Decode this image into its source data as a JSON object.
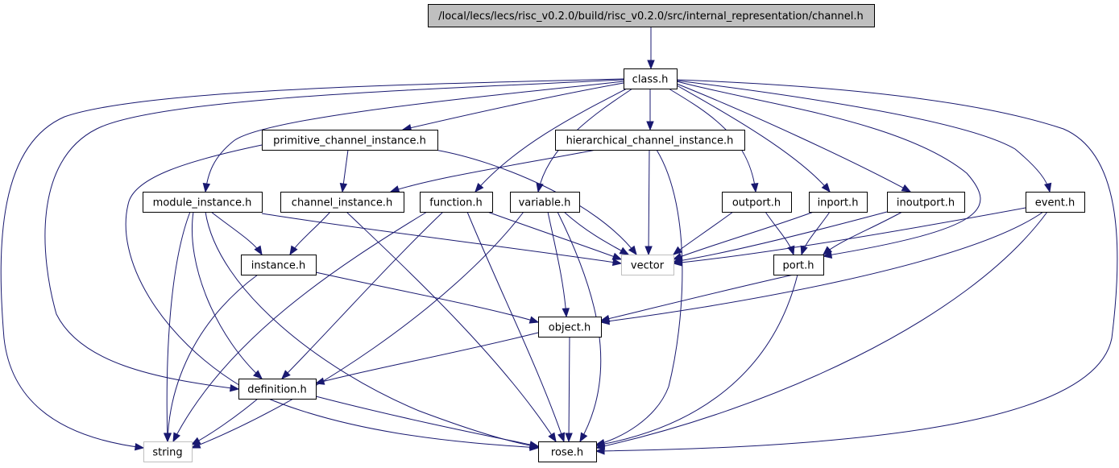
{
  "graph": {
    "nodes": [
      {
        "id": "root",
        "label": "/local/lecs/lecs/risc_v0.2.0/build/risc_v0.2.0/src/internal_representation/channel.h",
        "kind": "root"
      },
      {
        "id": "class_h",
        "label": "class.h",
        "kind": "file"
      },
      {
        "id": "primitive_channel_instance_h",
        "label": "primitive_channel_instance.h",
        "kind": "file"
      },
      {
        "id": "hierarchical_channel_instance_h",
        "label": "hierarchical_channel_instance.h",
        "kind": "file"
      },
      {
        "id": "module_instance_h",
        "label": "module_instance.h",
        "kind": "file"
      },
      {
        "id": "channel_instance_h",
        "label": "channel_instance.h",
        "kind": "file"
      },
      {
        "id": "function_h",
        "label": "function.h",
        "kind": "file"
      },
      {
        "id": "variable_h",
        "label": "variable.h",
        "kind": "file"
      },
      {
        "id": "outport_h",
        "label": "outport.h",
        "kind": "file"
      },
      {
        "id": "inport_h",
        "label": "inport.h",
        "kind": "file"
      },
      {
        "id": "inoutport_h",
        "label": "inoutport.h",
        "kind": "file"
      },
      {
        "id": "event_h",
        "label": "event.h",
        "kind": "file"
      },
      {
        "id": "instance_h",
        "label": "instance.h",
        "kind": "file"
      },
      {
        "id": "vector",
        "label": "vector",
        "kind": "system"
      },
      {
        "id": "port_h",
        "label": "port.h",
        "kind": "file"
      },
      {
        "id": "object_h",
        "label": "object.h",
        "kind": "file"
      },
      {
        "id": "definition_h",
        "label": "definition.h",
        "kind": "file"
      },
      {
        "id": "string",
        "label": "string",
        "kind": "system"
      },
      {
        "id": "rose_h",
        "label": "rose.h",
        "kind": "file"
      }
    ],
    "edges": [
      {
        "from": "root",
        "to": "class_h"
      },
      {
        "from": "class_h",
        "to": "string"
      },
      {
        "from": "class_h",
        "to": "definition_h"
      },
      {
        "from": "class_h",
        "to": "module_instance_h"
      },
      {
        "from": "class_h",
        "to": "primitive_channel_instance_h"
      },
      {
        "from": "class_h",
        "to": "function_h"
      },
      {
        "from": "class_h",
        "to": "variable_h"
      },
      {
        "from": "class_h",
        "to": "hierarchical_channel_instance_h"
      },
      {
        "from": "class_h",
        "to": "outport_h"
      },
      {
        "from": "class_h",
        "to": "inport_h"
      },
      {
        "from": "class_h",
        "to": "inoutport_h"
      },
      {
        "from": "class_h",
        "to": "port_h"
      },
      {
        "from": "class_h",
        "to": "event_h"
      },
      {
        "from": "class_h",
        "to": "rose_h"
      },
      {
        "from": "primitive_channel_instance_h",
        "to": "channel_instance_h"
      },
      {
        "from": "primitive_channel_instance_h",
        "to": "vector"
      },
      {
        "from": "primitive_channel_instance_h",
        "to": "rose_h"
      },
      {
        "from": "hierarchical_channel_instance_h",
        "to": "channel_instance_h"
      },
      {
        "from": "hierarchical_channel_instance_h",
        "to": "vector"
      },
      {
        "from": "hierarchical_channel_instance_h",
        "to": "rose_h"
      },
      {
        "from": "module_instance_h",
        "to": "instance_h"
      },
      {
        "from": "module_instance_h",
        "to": "vector"
      },
      {
        "from": "module_instance_h",
        "to": "definition_h"
      },
      {
        "from": "module_instance_h",
        "to": "string"
      },
      {
        "from": "module_instance_h",
        "to": "rose_h"
      },
      {
        "from": "channel_instance_h",
        "to": "instance_h"
      },
      {
        "from": "channel_instance_h",
        "to": "rose_h"
      },
      {
        "from": "function_h",
        "to": "vector"
      },
      {
        "from": "function_h",
        "to": "definition_h"
      },
      {
        "from": "function_h",
        "to": "string"
      },
      {
        "from": "function_h",
        "to": "rose_h"
      },
      {
        "from": "variable_h",
        "to": "vector"
      },
      {
        "from": "variable_h",
        "to": "object_h"
      },
      {
        "from": "variable_h",
        "to": "string"
      },
      {
        "from": "variable_h",
        "to": "rose_h"
      },
      {
        "from": "outport_h",
        "to": "vector"
      },
      {
        "from": "outport_h",
        "to": "port_h"
      },
      {
        "from": "inport_h",
        "to": "vector"
      },
      {
        "from": "inport_h",
        "to": "port_h"
      },
      {
        "from": "inoutport_h",
        "to": "vector"
      },
      {
        "from": "inoutport_h",
        "to": "port_h"
      },
      {
        "from": "event_h",
        "to": "vector"
      },
      {
        "from": "event_h",
        "to": "object_h"
      },
      {
        "from": "event_h",
        "to": "rose_h"
      },
      {
        "from": "instance_h",
        "to": "object_h"
      },
      {
        "from": "instance_h",
        "to": "string"
      },
      {
        "from": "port_h",
        "to": "object_h"
      },
      {
        "from": "port_h",
        "to": "rose_h"
      },
      {
        "from": "object_h",
        "to": "definition_h"
      },
      {
        "from": "object_h",
        "to": "rose_h"
      },
      {
        "from": "definition_h",
        "to": "string"
      },
      {
        "from": "definition_h",
        "to": "rose_h"
      }
    ],
    "colors": {
      "edge": "#191970",
      "root_fill": "#bfbfbf",
      "node_fill": "#ffffff",
      "node_border": "#000000",
      "system_border": "#bfbfbf",
      "text": "#000000"
    }
  }
}
